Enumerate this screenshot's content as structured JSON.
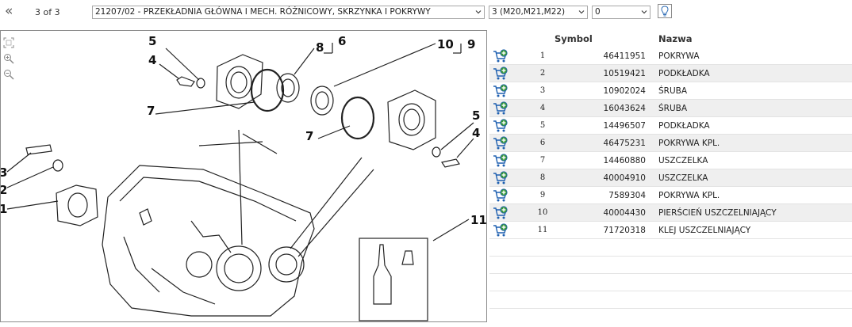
{
  "nav": {
    "back_label": "«",
    "page_counter": "3 of 3"
  },
  "selectors": {
    "group": "21207/02 - PRZEKŁADNIA GŁÓWNA I MECH. RÓŻNICOWY, SKRZYNKA I POKRYWY",
    "model": "3 (M20,M21,M22)",
    "variant": "0"
  },
  "icons": {
    "back": "double-chevron-left-icon",
    "info": "lightbulb-info-icon",
    "fit": "fit-to-window-icon",
    "zoom_in": "zoom-in-icon",
    "zoom_out": "zoom-out-icon",
    "cart": "add-to-cart-icon"
  },
  "colors": {
    "cart_blue": "#1d5fb0",
    "cart_green": "#3a9a3a",
    "row_alt": "#efefef"
  },
  "diagram": {
    "callouts": [
      "5",
      "4",
      "8",
      "6",
      "10",
      "9",
      "7",
      "7",
      "5",
      "4",
      "3",
      "2",
      "1",
      "11"
    ]
  },
  "parts_table": {
    "headers": {
      "symbol": "Symbol",
      "name": "Nazwa"
    },
    "rows": [
      {
        "pos": "1",
        "code": "46411951",
        "name": "POKRYWA"
      },
      {
        "pos": "2",
        "code": "10519421",
        "name": "PODKŁADKA"
      },
      {
        "pos": "3",
        "code": "10902024",
        "name": "ŚRUBA"
      },
      {
        "pos": "4",
        "code": "16043624",
        "name": "ŚRUBA"
      },
      {
        "pos": "5",
        "code": "14496507",
        "name": "PODKŁADKA"
      },
      {
        "pos": "6",
        "code": "46475231",
        "name": "POKRYWA KPL."
      },
      {
        "pos": "7",
        "code": "14460880",
        "name": "USZCZELKA"
      },
      {
        "pos": "8",
        "code": "40004910",
        "name": "USZCZELKA"
      },
      {
        "pos": "9",
        "code": "7589304",
        "name": "POKRYWA KPL."
      },
      {
        "pos": "10",
        "code": "40004430",
        "name": "PIERŚCIEŃ USZCZELNIAJĄCY"
      },
      {
        "pos": "11",
        "code": "71720318",
        "name": "KLEJ USZCZELNIAJĄCY"
      }
    ]
  }
}
